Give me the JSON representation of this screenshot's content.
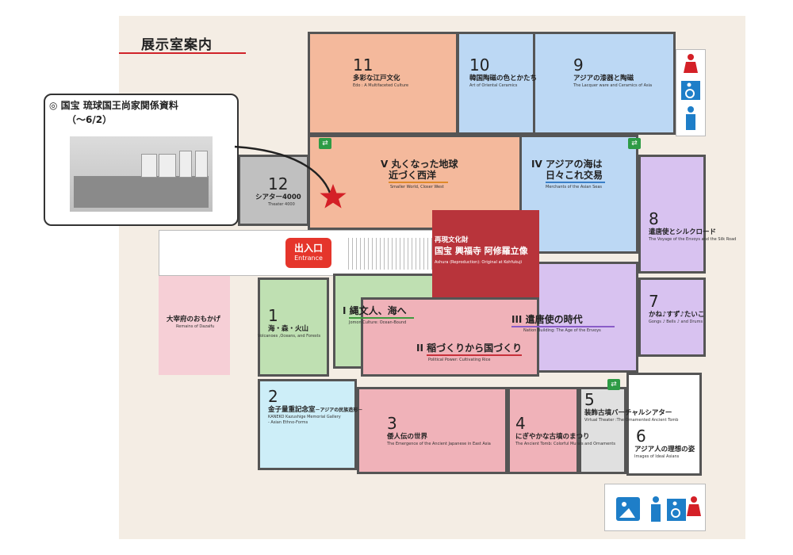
{
  "title": "展示室案内",
  "callout": {
    "title": "◎ 国宝 琉球国王尚家関係資料",
    "date": "（～6/2）"
  },
  "entrance": {
    "jp": "出入口",
    "en": "Entrance"
  },
  "rooms": {
    "r11": {
      "num": "11",
      "jp": "多彩な江戸文化",
      "en": "Edo : A Multifaceted Culture"
    },
    "r10": {
      "num": "10",
      "jp": "韓国陶磁の色とかたち",
      "en": "Art of Oriental Ceramics"
    },
    "r9": {
      "num": "9",
      "jp": "アジアの漆器と陶磁",
      "en": "The Lacquer ware and Ceramics of Asia"
    },
    "r12": {
      "num": "12",
      "jp": "シアター4000",
      "en": "Theater 4000"
    },
    "rV": {
      "num": "V",
      "jp1": "丸くなった地球",
      "jp2": "近づく西洋",
      "en": "Smaller World, Closer West"
    },
    "rIV": {
      "num": "IV",
      "jp1": "アジアの海は",
      "jp2": "日々これ交易",
      "en": "Merchants of the Asian Seas"
    },
    "r8": {
      "num": "8",
      "jp": "遣唐使とシルクロード",
      "en": "The Voyage of the Envoys and the Silk Road"
    },
    "r7": {
      "num": "7",
      "jp": "かね♪すず♪たいこ",
      "en": "Gongs ♪ Bells ♪ and Drums"
    },
    "rIII": {
      "num": "III",
      "jp": "遣唐使の時代",
      "en": "Nation Building: The Age of the Envoys"
    },
    "rI": {
      "num": "I",
      "jp": "縄文人、海へ",
      "en": "Jomon Culture: Ocean-Bound"
    },
    "r1": {
      "num": "1",
      "jp": "海・森・火山",
      "en": "Volcanoes ,Oceans, and Forests"
    },
    "rII": {
      "num": "II",
      "jp": "稲づくりから国づくり",
      "en": "Political Power: Cultivating Rice"
    },
    "r2": {
      "num": "2",
      "jp": "金子量重記念室",
      "jp_sub": "－アジアの民族造形－",
      "en1": "KANEKO Kazushige Memorial Gallery",
      "en2": "- Asian Ethno-Forms"
    },
    "r3": {
      "num": "3",
      "jp": "倭人伝の世界",
      "en": "The Emergence of the Ancient Japanese in East Asia"
    },
    "r4": {
      "num": "4",
      "jp": "にぎやかな古墳のまつり",
      "en": "The Ancient Tomb: Colorful Murals and Ornaments"
    },
    "r5": {
      "num": "5",
      "jp": "装飾古墳バーチャルシアター",
      "en": "Virtual Theater :The Ornamented Ancient Tomb"
    },
    "r6": {
      "num": "6",
      "jp": "アジア人の理想の姿",
      "en": "Images of Ideal Asians"
    },
    "dazaifu": {
      "jp": "大宰府のおもかげ",
      "en": "Remains of Dazaifu"
    },
    "ashura": {
      "jp1": "再現文化財",
      "jp2": "国宝 興福寺 阿修羅立像",
      "en": "Ashura (Reproduction): Original at Kohfukuji"
    }
  },
  "colors": {
    "accent_red": "#d0232a",
    "star": "#d42027"
  }
}
